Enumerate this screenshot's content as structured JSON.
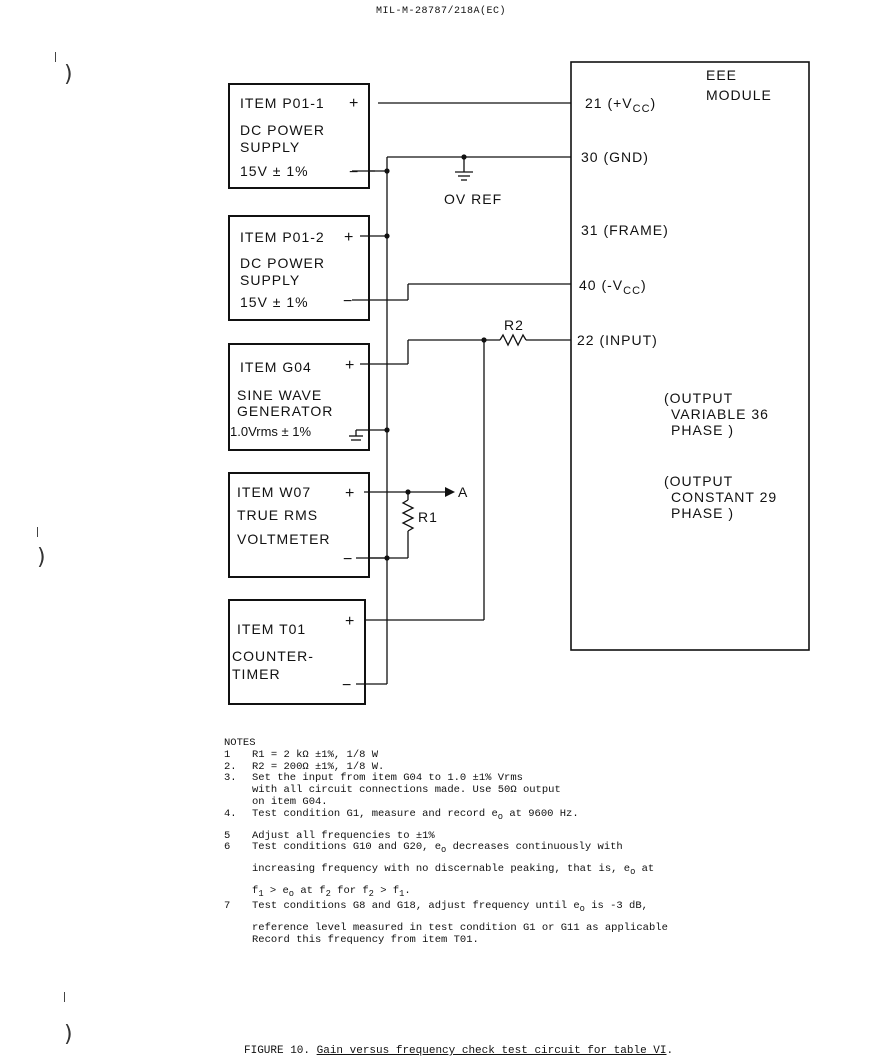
{
  "header": "MIL-M-28787/218A(EC)",
  "diagram": {
    "module": {
      "title_line1": "EEE",
      "title_line2": "MODULE",
      "pin21": "21 (+V",
      "pin21_sub": "CC",
      "pin21_close": ")",
      "pin30": "30 (GND)",
      "pin31": "31 (FRAME)",
      "pin40": "40 (-V",
      "pin40_sub": "CC",
      "pin40_close": ")",
      "pin22": "22 (INPUT)",
      "out36_line1": "(OUTPUT",
      "out36_line2": "VARIABLE 36",
      "out36_line3": "PHASE )",
      "out29_line1": "(OUTPUT",
      "out29_line2": "CONSTANT 29",
      "out29_line3": "PHASE )"
    },
    "p01_1": {
      "line1": "ITEM P01-1",
      "line2": "DC POWER",
      "line3": "SUPPLY",
      "line4": "15V ± 1%"
    },
    "p01_2": {
      "line1": "ITEM P01-2",
      "line2": "DC POWER",
      "line3": "SUPPLY",
      "line4": "15V ± 1%"
    },
    "g04": {
      "line1": "ITEM G04",
      "line2": "SINE WAVE",
      "line3": "GENERATOR",
      "line4": "1.0Vrms ± 1%"
    },
    "w07": {
      "line1": "ITEM W07",
      "line2": "TRUE RMS",
      "line3": "VOLTMETER"
    },
    "t01": {
      "line1": "ITEM T01",
      "line2": "COUNTER-",
      "line3": "TIMER"
    },
    "plus": "+",
    "minus": "−",
    "ov_ref": "OV REF",
    "r1": "R1",
    "r2": "R2",
    "point_a": "A"
  },
  "notes": {
    "title": "NOTES",
    "n1_num": "1",
    "n1": "R1 = 2 kΩ ±1%, 1/8 W",
    "n2_num": "2.",
    "n2": "R2 = 200Ω ±1%, 1/8 W.",
    "n3_num": "3.",
    "n3_l1": "Set the input from item G04 to 1.0 ±1% Vrms",
    "n3_l2": "with all circuit connections made.  Use 50Ω output",
    "n3_l3": "on item G04.",
    "n4_num": "4.",
    "n4_a": "Test condition G1, measure and record e",
    "n4_sub": "o",
    "n4_b": " at 9600 Hz.",
    "n5_num": "5",
    "n5": "Adjust all frequencies to ±1%",
    "n6_num": "6",
    "n6_l1a": "Test conditions G10 and G20, e",
    "n6_l1sub": "o",
    "n6_l1b": " decreases continuously with",
    "n6_l2a": "increasing frequency with no discernable peaking, that is, e",
    "n6_l2sub": "o",
    "n6_l2b": " at",
    "n6_l3a": "f",
    "n6_l3s1": "1",
    "n6_l3b": " > e",
    "n6_l3s2": "o",
    "n6_l3c": " at f",
    "n6_l3s3": "2",
    "n6_l3d": " for f",
    "n6_l3s4": "2",
    "n6_l3e": "  > f",
    "n6_l3s5": "1",
    "n6_l3f": ".",
    "n7_num": "7",
    "n7_l1a": "Test conditions G8 and G18, adjust frequency until e",
    "n7_l1sub": "o",
    "n7_l1b": " is -3 dB,",
    "n7_l2": "reference level measured in test condition G1 or G11 as applicable",
    "n7_l3": "Record this frequency from item T01."
  },
  "caption": {
    "prefix": "FIGURE 10.  ",
    "title": "Gain versus frequency check test circuit for table VI",
    "suffix": "."
  }
}
